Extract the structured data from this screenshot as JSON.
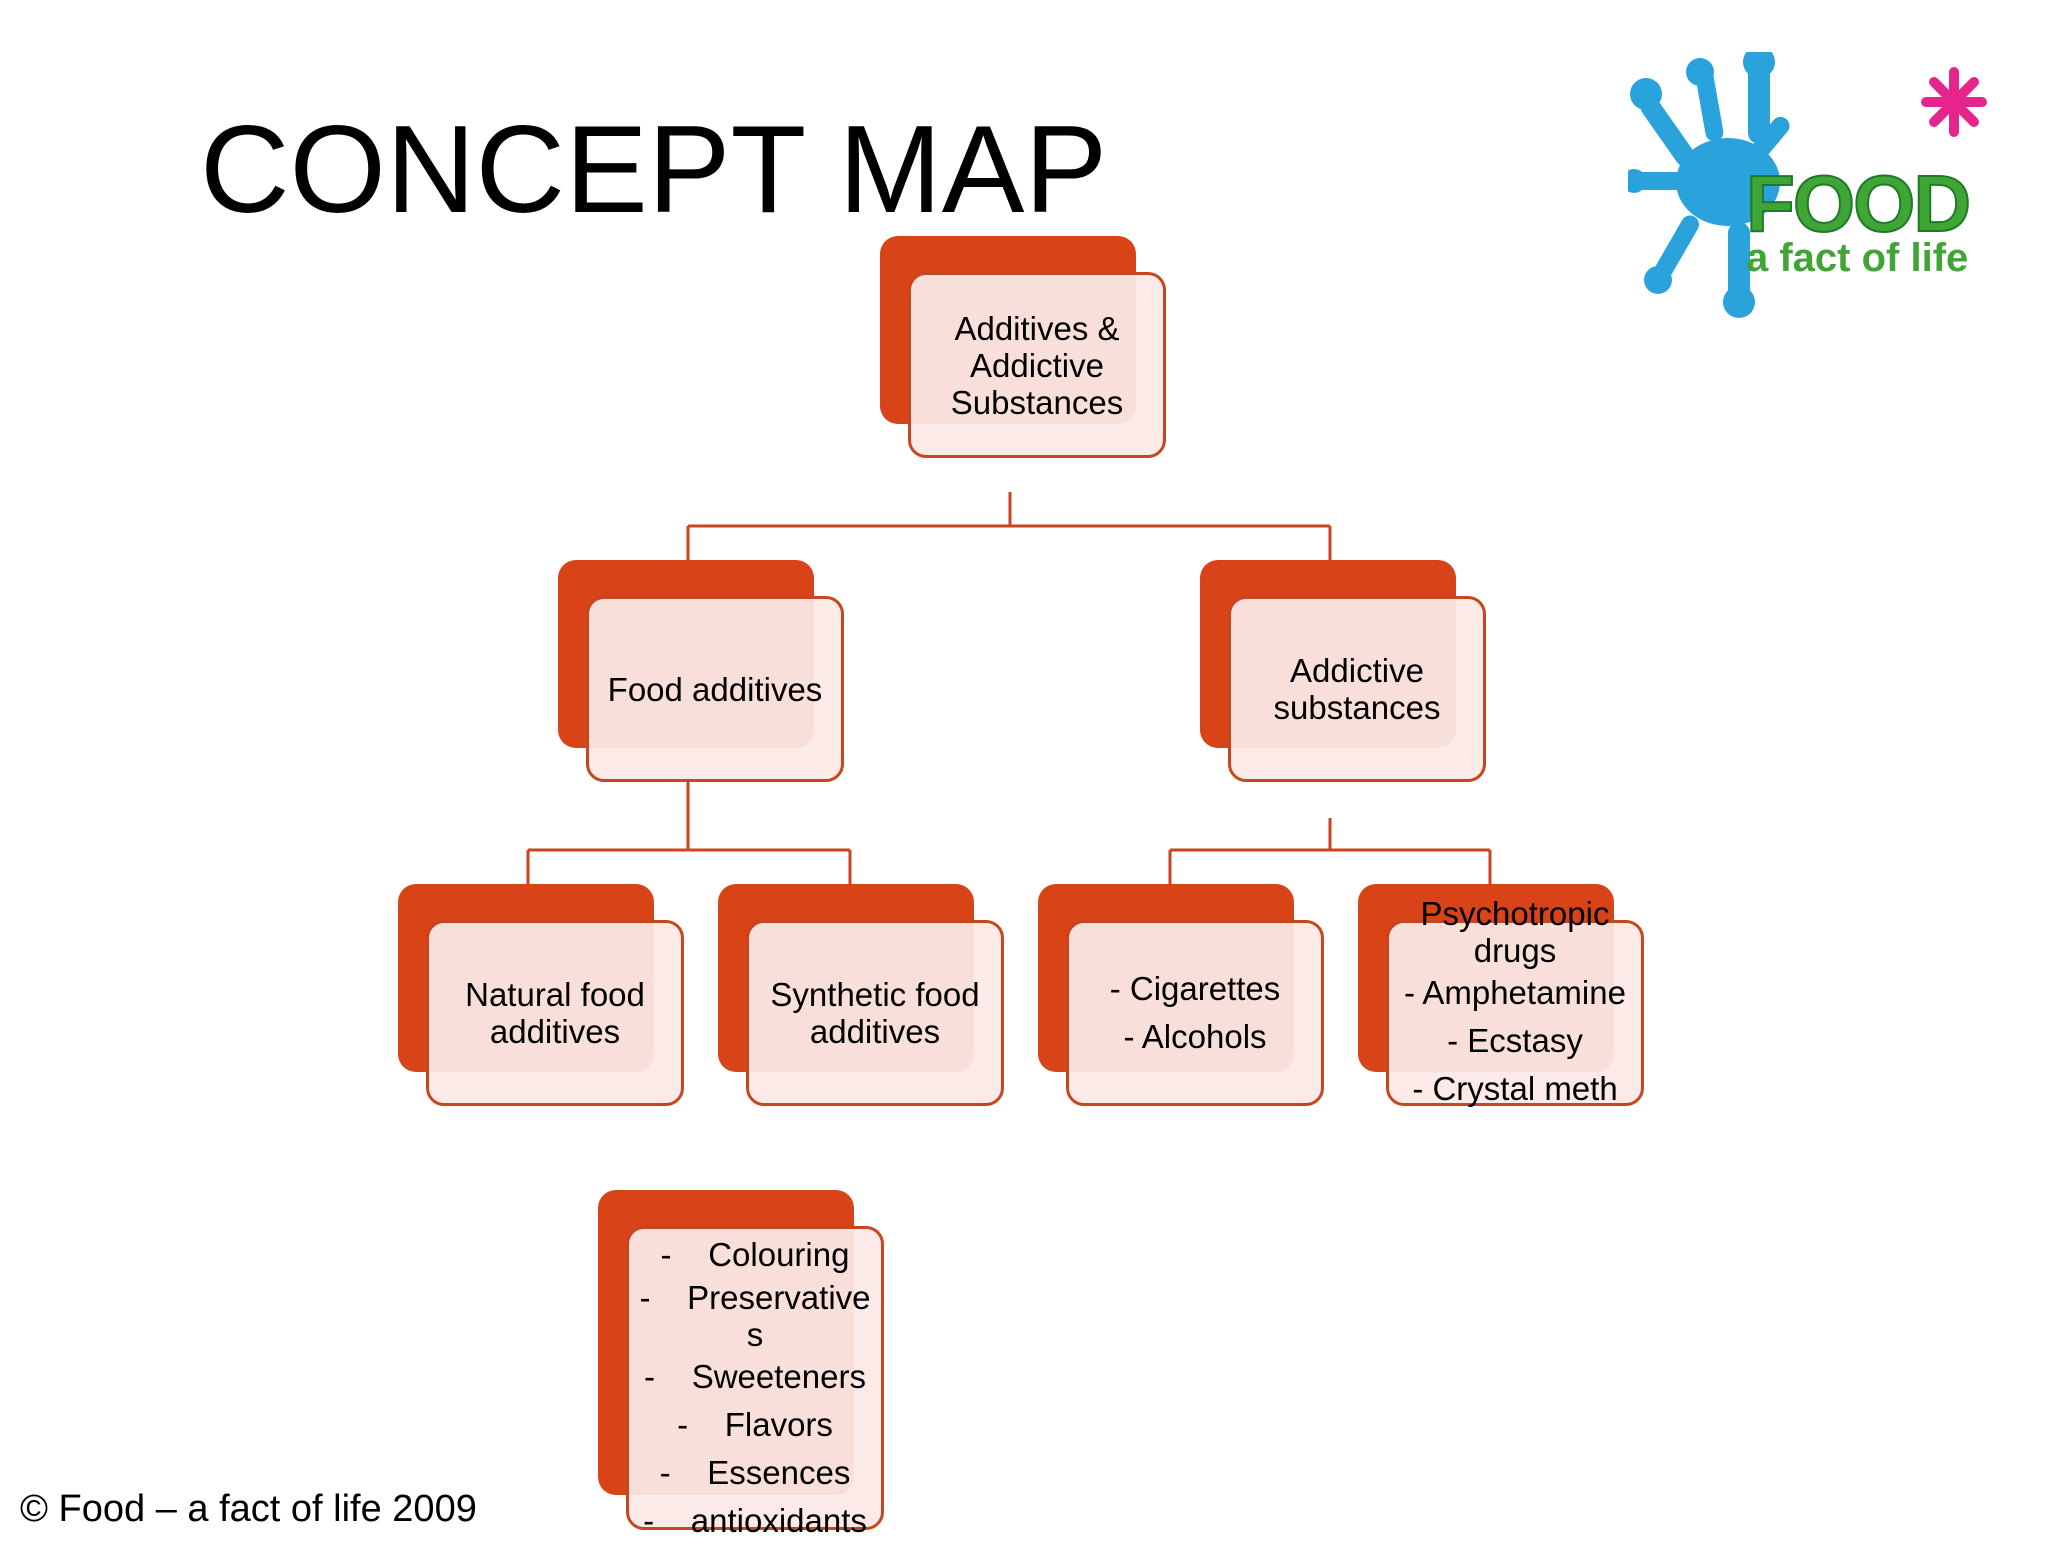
{
  "title": "CONCEPT MAP",
  "footer": "© Food – a fact of life 2009",
  "logo": {
    "brand": "FOOD",
    "tagline": "a fact of life"
  },
  "colors": {
    "accent": "#d84418",
    "border": "#c8461d",
    "fill": "#fbe9e6",
    "logo_blue": "#2aa3dc",
    "logo_green": "#3fa535",
    "logo_pink": "#e6258c"
  },
  "nodes": {
    "root": [
      "Additives &",
      "Addictive",
      "Substances"
    ],
    "food_additives": [
      "Food additives"
    ],
    "addictive_substances": [
      "Addictive",
      "substances"
    ],
    "natural": [
      "Natural food",
      "additives"
    ],
    "synthetic": [
      "Synthetic food",
      "additives"
    ],
    "cig_alc": [
      "- Cigarettes",
      "- Alcohols"
    ],
    "drugs": [
      "Psychotropic",
      "drugs",
      "- Amphetamine",
      "- Ecstasy",
      "- Crystal meth"
    ],
    "additive_types": [
      "-    Colouring",
      "-    Preservative",
      "s",
      "-    Sweeteners",
      "-    Flavors",
      "-    Essences",
      "-    antioxidants"
    ]
  }
}
